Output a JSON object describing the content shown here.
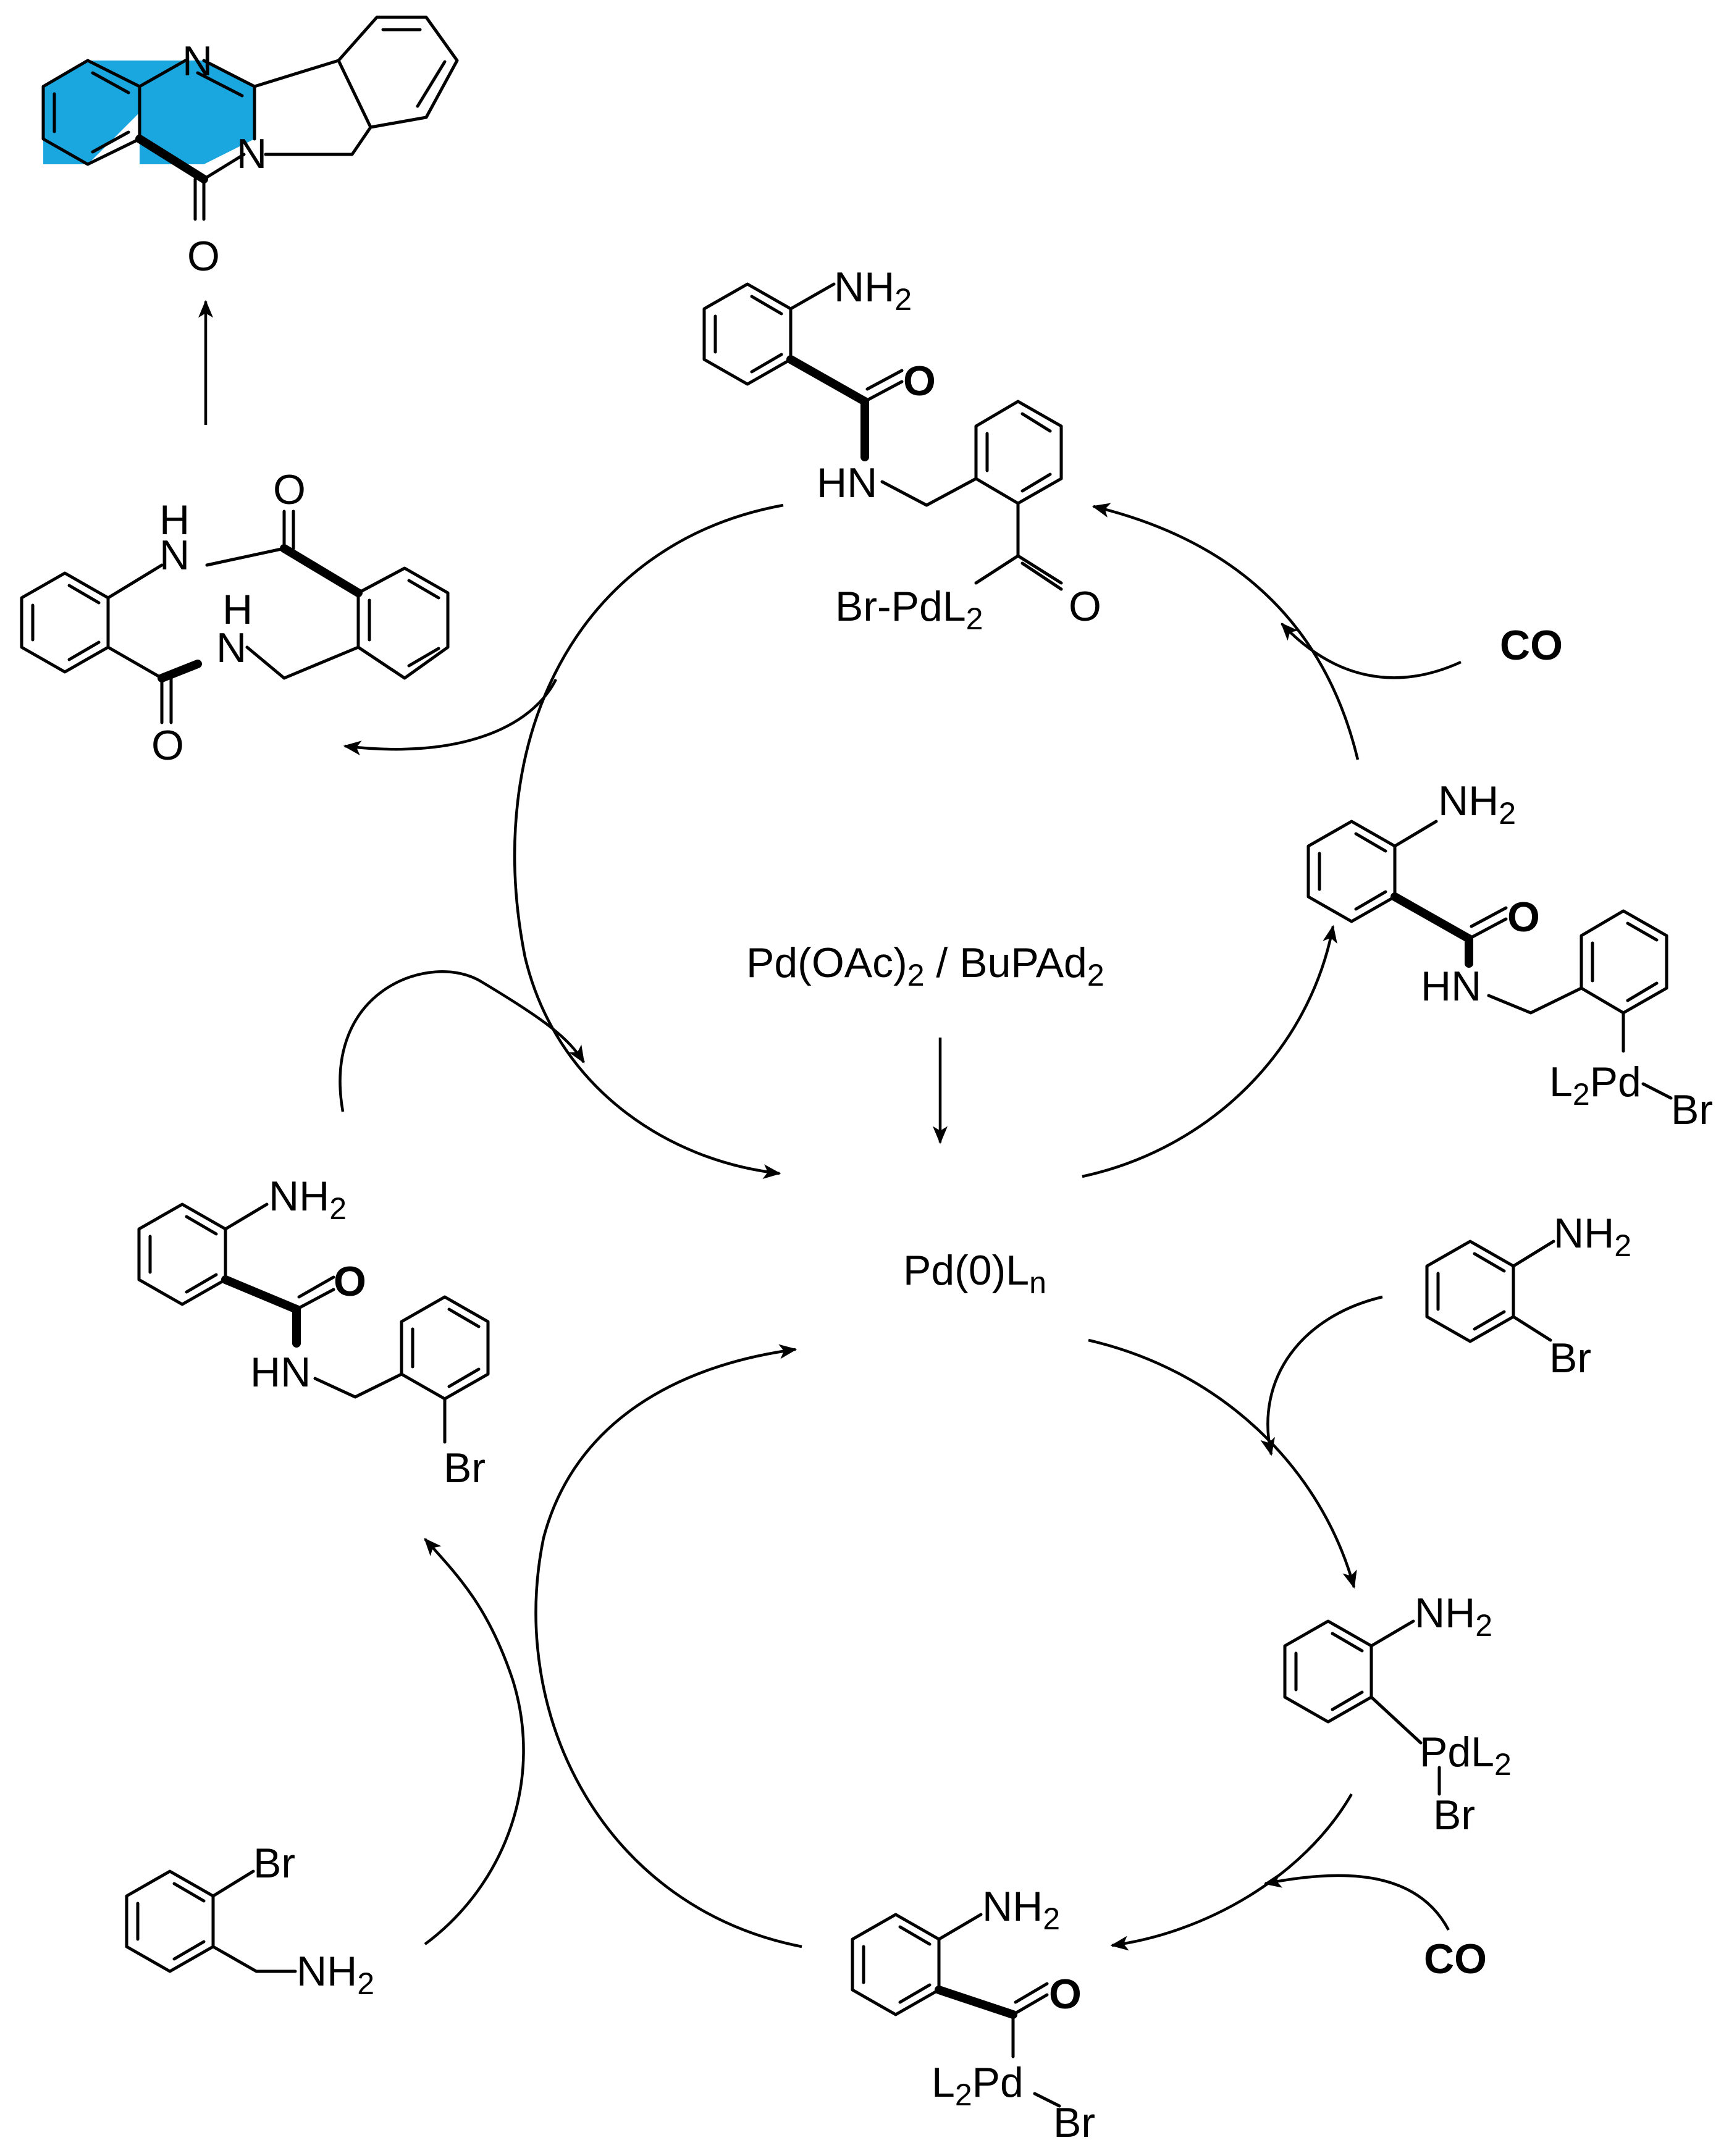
{
  "catalyst": {
    "precursor_main": "Pd(OAc)",
    "precursor_sub": "2",
    "separator": " / ",
    "ligand_main": "BuPAd",
    "ligand_sub": "2"
  },
  "active_catalyst": {
    "main": "Pd(0)L",
    "sub": "n"
  },
  "reagents": {
    "co_top": "CO",
    "co_bottom": "CO"
  },
  "structures": {
    "product": {
      "n_label": "N",
      "n2_label": "N",
      "o_label": "O",
      "highlight_color": "#1aa7df"
    },
    "diamide": {
      "nh_a": "H",
      "nh_a2": "N",
      "nh_b": "H",
      "nh_b2": "N",
      "o_a": "O",
      "o_b": "O"
    },
    "acyl_pd_top": {
      "nh2": "NH",
      "nh2_sub": "2",
      "o": "O",
      "hn": "HN",
      "pd": "Br-PdL",
      "pd_sub": "2",
      "o2": "O"
    },
    "pd_aryl_right": {
      "nh2": "NH",
      "nh2_sub": "2",
      "o": "O",
      "hn": "HN",
      "l2": "L",
      "l2_sub": "2",
      "pd": "Pd",
      "br": "Br"
    },
    "aminoaryl_bromide": {
      "nh2": "NH",
      "nh2_sub": "2",
      "br": "Br"
    },
    "aryl_pd_right": {
      "nh2": "NH",
      "nh2_sub": "2",
      "pd": "PdL",
      "pd_sub": "2",
      "br": "Br"
    },
    "acyl_pd_bottom": {
      "nh2": "NH",
      "nh2_sub": "2",
      "o": "O",
      "l2": "L",
      "l2_sub": "2",
      "pd": "Pd",
      "br": "Br"
    },
    "benzylamine": {
      "br": "Br",
      "nh2": "NH",
      "nh2_sub": "2"
    },
    "amide_left": {
      "nh2": "NH",
      "nh2_sub": "2",
      "o": "O",
      "hn": "HN",
      "br": "Br"
    }
  }
}
